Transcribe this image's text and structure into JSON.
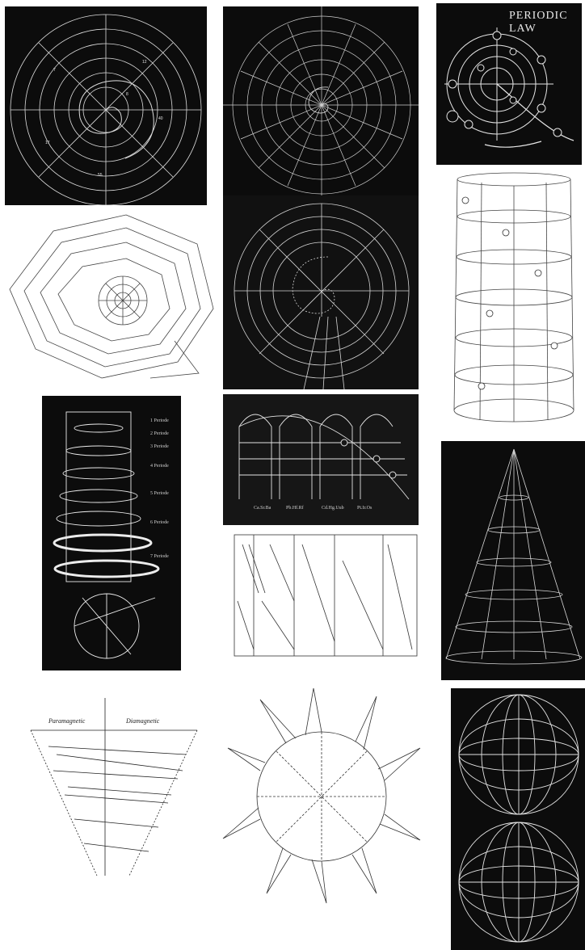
{
  "panels": {
    "p1": {
      "colors": {
        "bg": "#0c0c0c",
        "line": "#e0e0e0"
      }
    },
    "p2": {
      "colors": {
        "bg": "#0c0c0c",
        "line": "#d8d8d8"
      }
    },
    "p3": {
      "title": "PERIODIC LAW",
      "colors": {
        "bg": "#0c0c0c",
        "line": "#e6e6e6"
      }
    },
    "p4": {
      "colors": {
        "bg": "#ffffff",
        "line": "#333333"
      }
    },
    "p5": {
      "colors": {
        "bg": "#111111",
        "line": "#dcdcdc"
      }
    },
    "p6": {
      "colors": {
        "bg": "#ffffff",
        "line": "#333333"
      }
    },
    "p7": {
      "period_labels": [
        "1 Periode",
        "2 Periode",
        "3 Periode",
        "4 Periode",
        "5 Periode",
        "6 Periode",
        "7 Periode"
      ],
      "colors": {
        "bg": "#0c0c0c",
        "line": "#ececec"
      }
    },
    "p8": {
      "column_labels": [
        "Ca.Sr.Ba",
        "Pb.Hf.Rf",
        "Cd.Hg.Uub",
        "Pt.Ir.Os"
      ],
      "colors": {
        "bg": "#161616",
        "line": "#e2e2e2"
      }
    },
    "p9": {
      "colors": {
        "bg": "#ffffff",
        "line": "#333333"
      }
    },
    "p10": {
      "colors": {
        "bg": "#0c0c0c",
        "line": "#d9d9d9"
      }
    },
    "p11": {
      "headings": [
        "Paramagnetic",
        "Diamagnetic"
      ],
      "colors": {
        "bg": "#ffffff",
        "line": "#222222"
      }
    },
    "p12": {
      "colors": {
        "bg": "#ffffff",
        "line": "#333333"
      }
    },
    "p13": {
      "colors": {
        "bg": "#0c0c0c",
        "line": "#e4e4e4"
      }
    }
  }
}
